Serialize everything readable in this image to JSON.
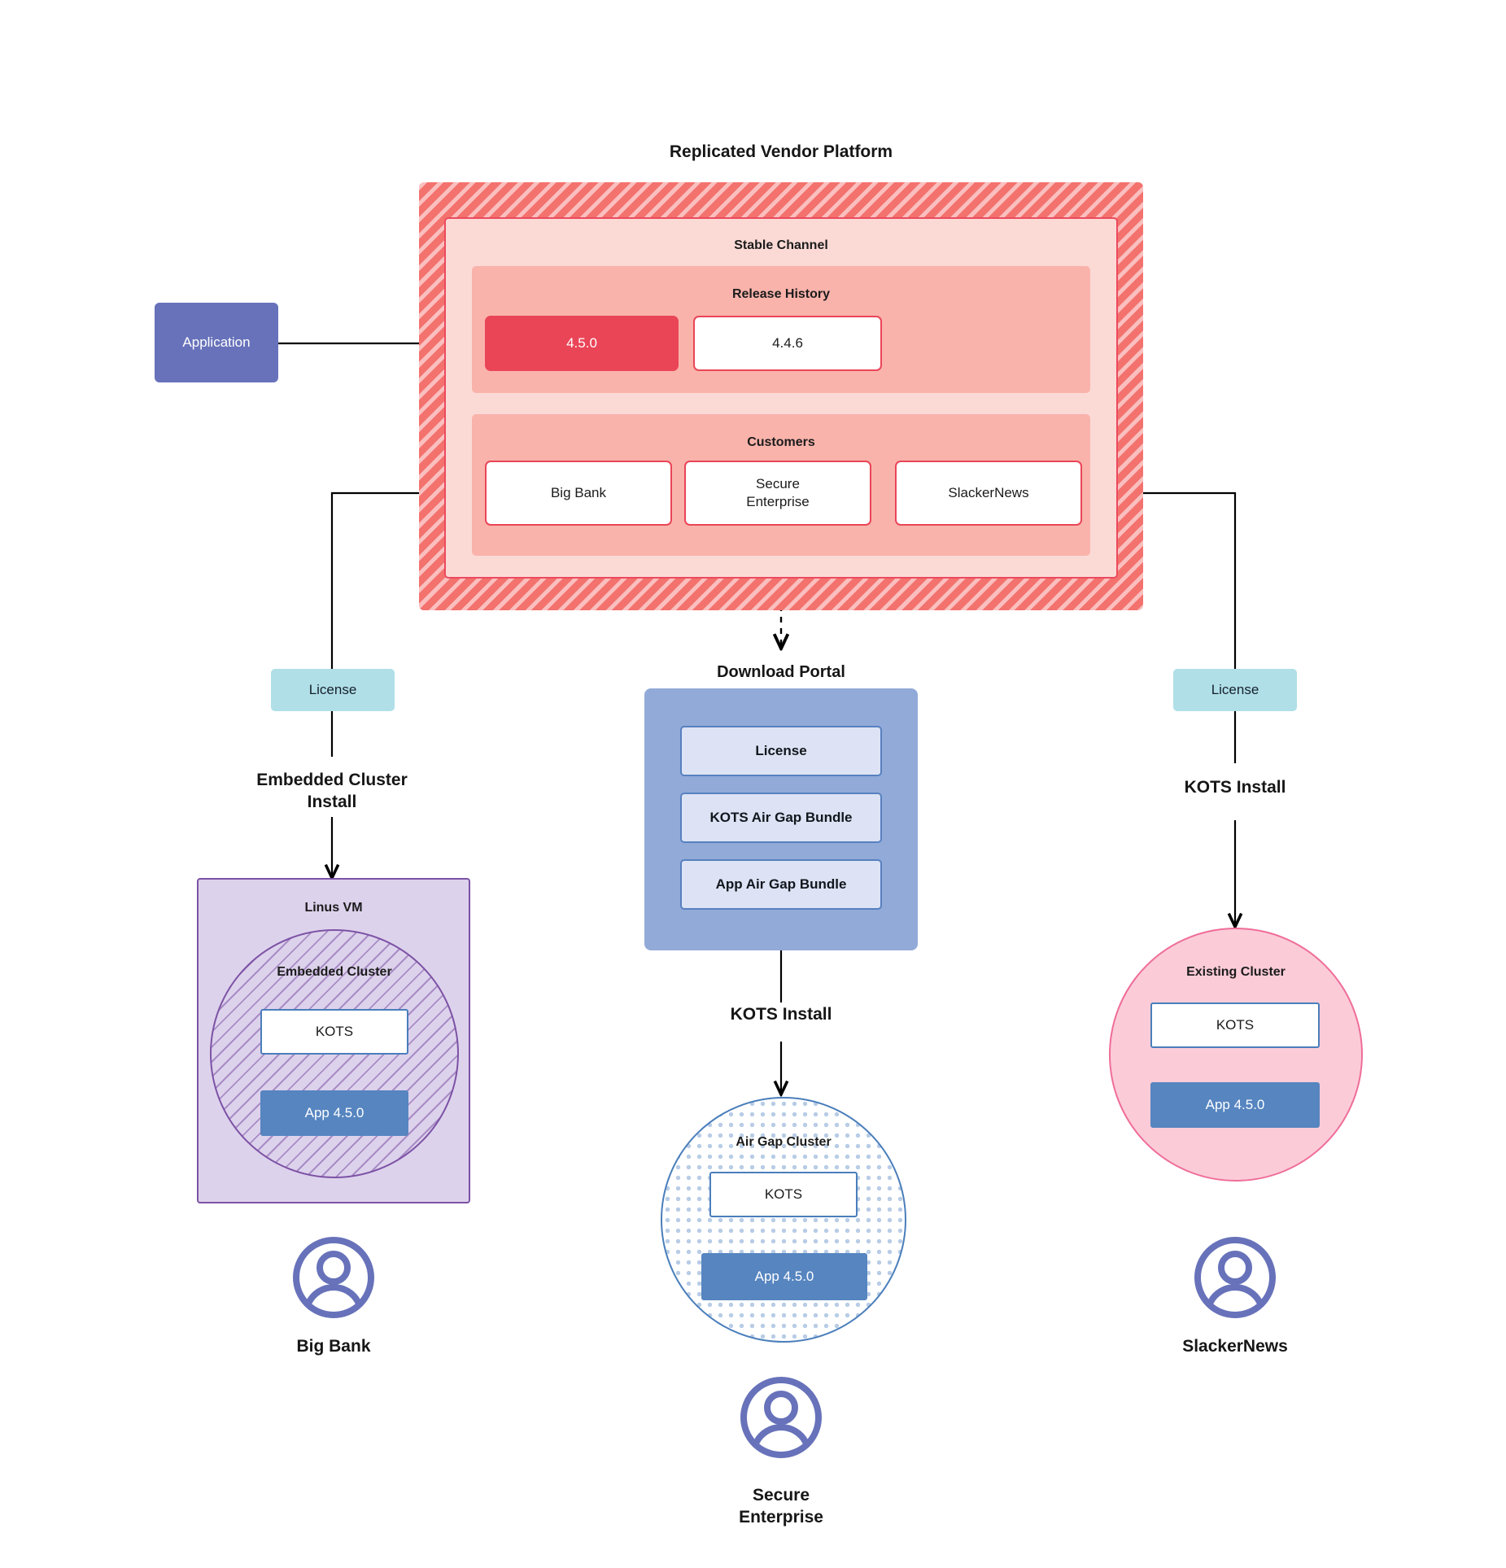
{
  "diagram": {
    "platform_title": "Replicated Vendor Platform",
    "portal_title": "Download  Portal"
  },
  "application": {
    "label": "Application"
  },
  "vendor_platform": {
    "channel": {
      "title": "Stable Channel",
      "release_history": {
        "title": "Release History",
        "releases": [
          {
            "version": "4.5.0",
            "state": "current"
          },
          {
            "version": "4.4.6",
            "state": "past"
          }
        ]
      },
      "customers": {
        "title": "Customers",
        "items": [
          {
            "name": "Big Bank"
          },
          {
            "name": "Secure\nEnterprise"
          },
          {
            "name": "SlackerNews"
          }
        ]
      }
    }
  },
  "download_portal": {
    "items": [
      {
        "label": "License"
      },
      {
        "label": "KOTS Air Gap Bundle"
      },
      {
        "label": "App Air Gap Bundle"
      }
    ]
  },
  "branches": {
    "left": {
      "license_label": "License",
      "install_label": "Embedded Cluster\nInstall",
      "host_label": "Linus VM",
      "cluster_label": "Embedded Cluster",
      "kots_label": "KOTS",
      "app_label": "App 4.5.0",
      "persona_label": "Big Bank"
    },
    "center": {
      "install_label": "KOTS Install",
      "cluster_label": "Air Gap Cluster",
      "kots_label": "KOTS",
      "app_label": "App 4.5.0",
      "persona_label": "Secure\nEnterprise"
    },
    "right": {
      "license_label": "License",
      "install_label": "KOTS Install",
      "cluster_label": "Existing Cluster",
      "kots_label": "KOTS",
      "app_label": "App 4.5.0",
      "persona_label": "SlackerNews"
    }
  },
  "colors": {
    "platform_fill": "#f3726e",
    "channel_fill": "#fbdad6",
    "band_fill": "#f9b3ab",
    "accent_red": "#ea4557",
    "app_blue": "#6772ba",
    "license_teal": "#b0dfe8",
    "portal_blue": "#92aad8",
    "portal_item": "#dde3f4",
    "vm_purple": "#ddd2ec",
    "vm_border": "#7c52a5",
    "cluster_blue": "#4a7ebb",
    "existing_pink": "#fbccd8",
    "existing_border": "#ef6d99",
    "app_version_blue": "#5685c0"
  },
  "icons": {
    "persona": "user-avatar-icon"
  }
}
